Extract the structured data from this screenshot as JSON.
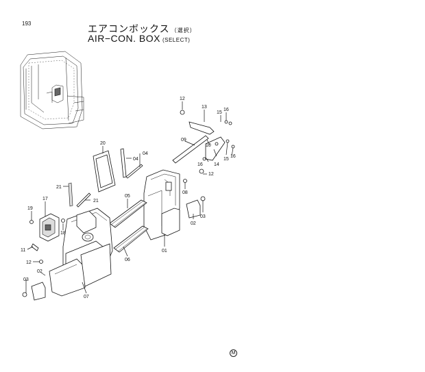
{
  "header": {
    "page_number": "193",
    "title_jp": "エアコンボックス",
    "title_jp_sub": "（選択）",
    "title_en": "AIR−CON. BOX",
    "title_en_sub": "(SELECT)"
  },
  "callouts": {
    "c01": "01",
    "c02a": "02",
    "c02b": "02",
    "c03a": "03",
    "c03b": "03",
    "c04a": "04",
    "c04b": "04",
    "c05": "05",
    "c06": "06",
    "c07": "07",
    "c08": "08",
    "c09": "09",
    "c10": "10",
    "c11": "11",
    "c12a": "12",
    "c12b": "12",
    "c12c": "12",
    "c13": "13",
    "c14": "14",
    "c15a": "15",
    "c15b": "15",
    "c16a": "16",
    "c16b": "16",
    "c17": "17",
    "c18": "18",
    "c19": "19",
    "c20": "20",
    "c21a": "21",
    "c21b": "21",
    "c16c": "16"
  },
  "footer": {
    "mark": "M"
  }
}
